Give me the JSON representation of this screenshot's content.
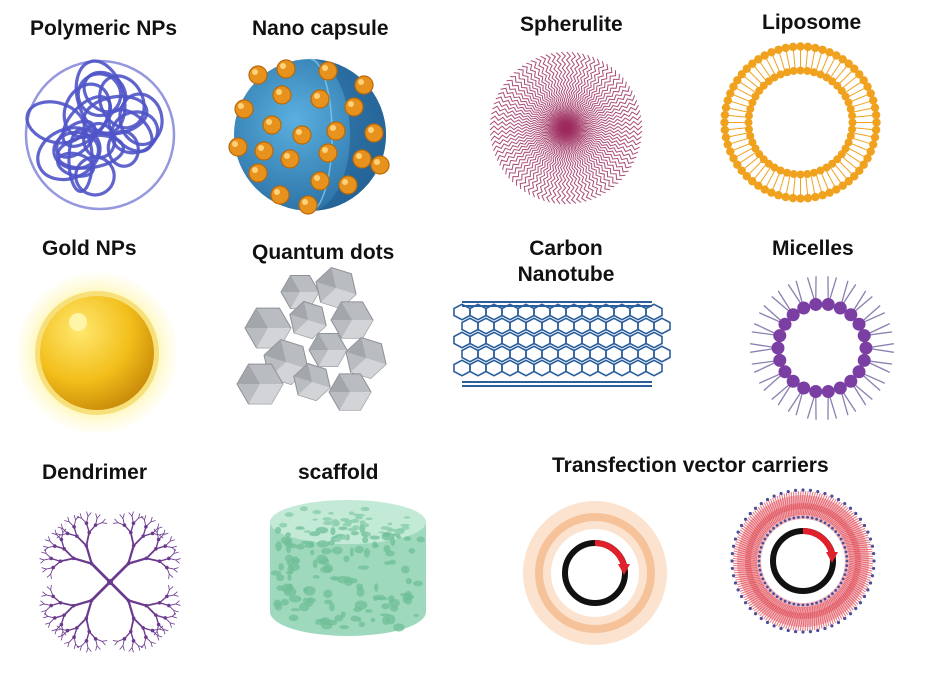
{
  "labels": {
    "polymeric": "Polymeric NPs",
    "nanocapsule": "Nano capsule",
    "spherulite": "Spherulite",
    "liposome": "Liposome",
    "gold": "Gold NPs",
    "quantum": "Quantum dots",
    "carbon_line1": "Carbon",
    "carbon_line2": "Nanotube",
    "micelles": "Micelles",
    "dendrimer": "Dendrimer",
    "scaffold": "scaffold",
    "transfection": "Transfection vector carriers"
  },
  "colors": {
    "polymer_blue": "#4f54c8",
    "capsule_blue": "#3d8fc4",
    "capsule_dot": "#e8921e",
    "spherulite": "#9c2b5e",
    "liposome": "#f0a21e",
    "gold": "#f2be1a",
    "quantum_gray": "#b9bcc0",
    "nanotube": "#2b5e9a",
    "micelle_purple": "#7b3ea3",
    "dendrimer": "#6b3a8e",
    "scaffold": "#9fd9bd",
    "ring_peach": "#f7c9a3",
    "lipoplex_red": "#e0535e",
    "arrow_red": "#e0202a"
  },
  "icons": [
    "polymer-coil-icon",
    "nanocapsule-icon",
    "spherulite-icon",
    "liposome-icon",
    "gold-nanoparticle-icon",
    "quantum-dots-icon",
    "carbon-nanotube-icon",
    "micelle-icon",
    "dendrimer-icon",
    "scaffold-icon",
    "polyplex-icon",
    "lipoplex-icon"
  ]
}
